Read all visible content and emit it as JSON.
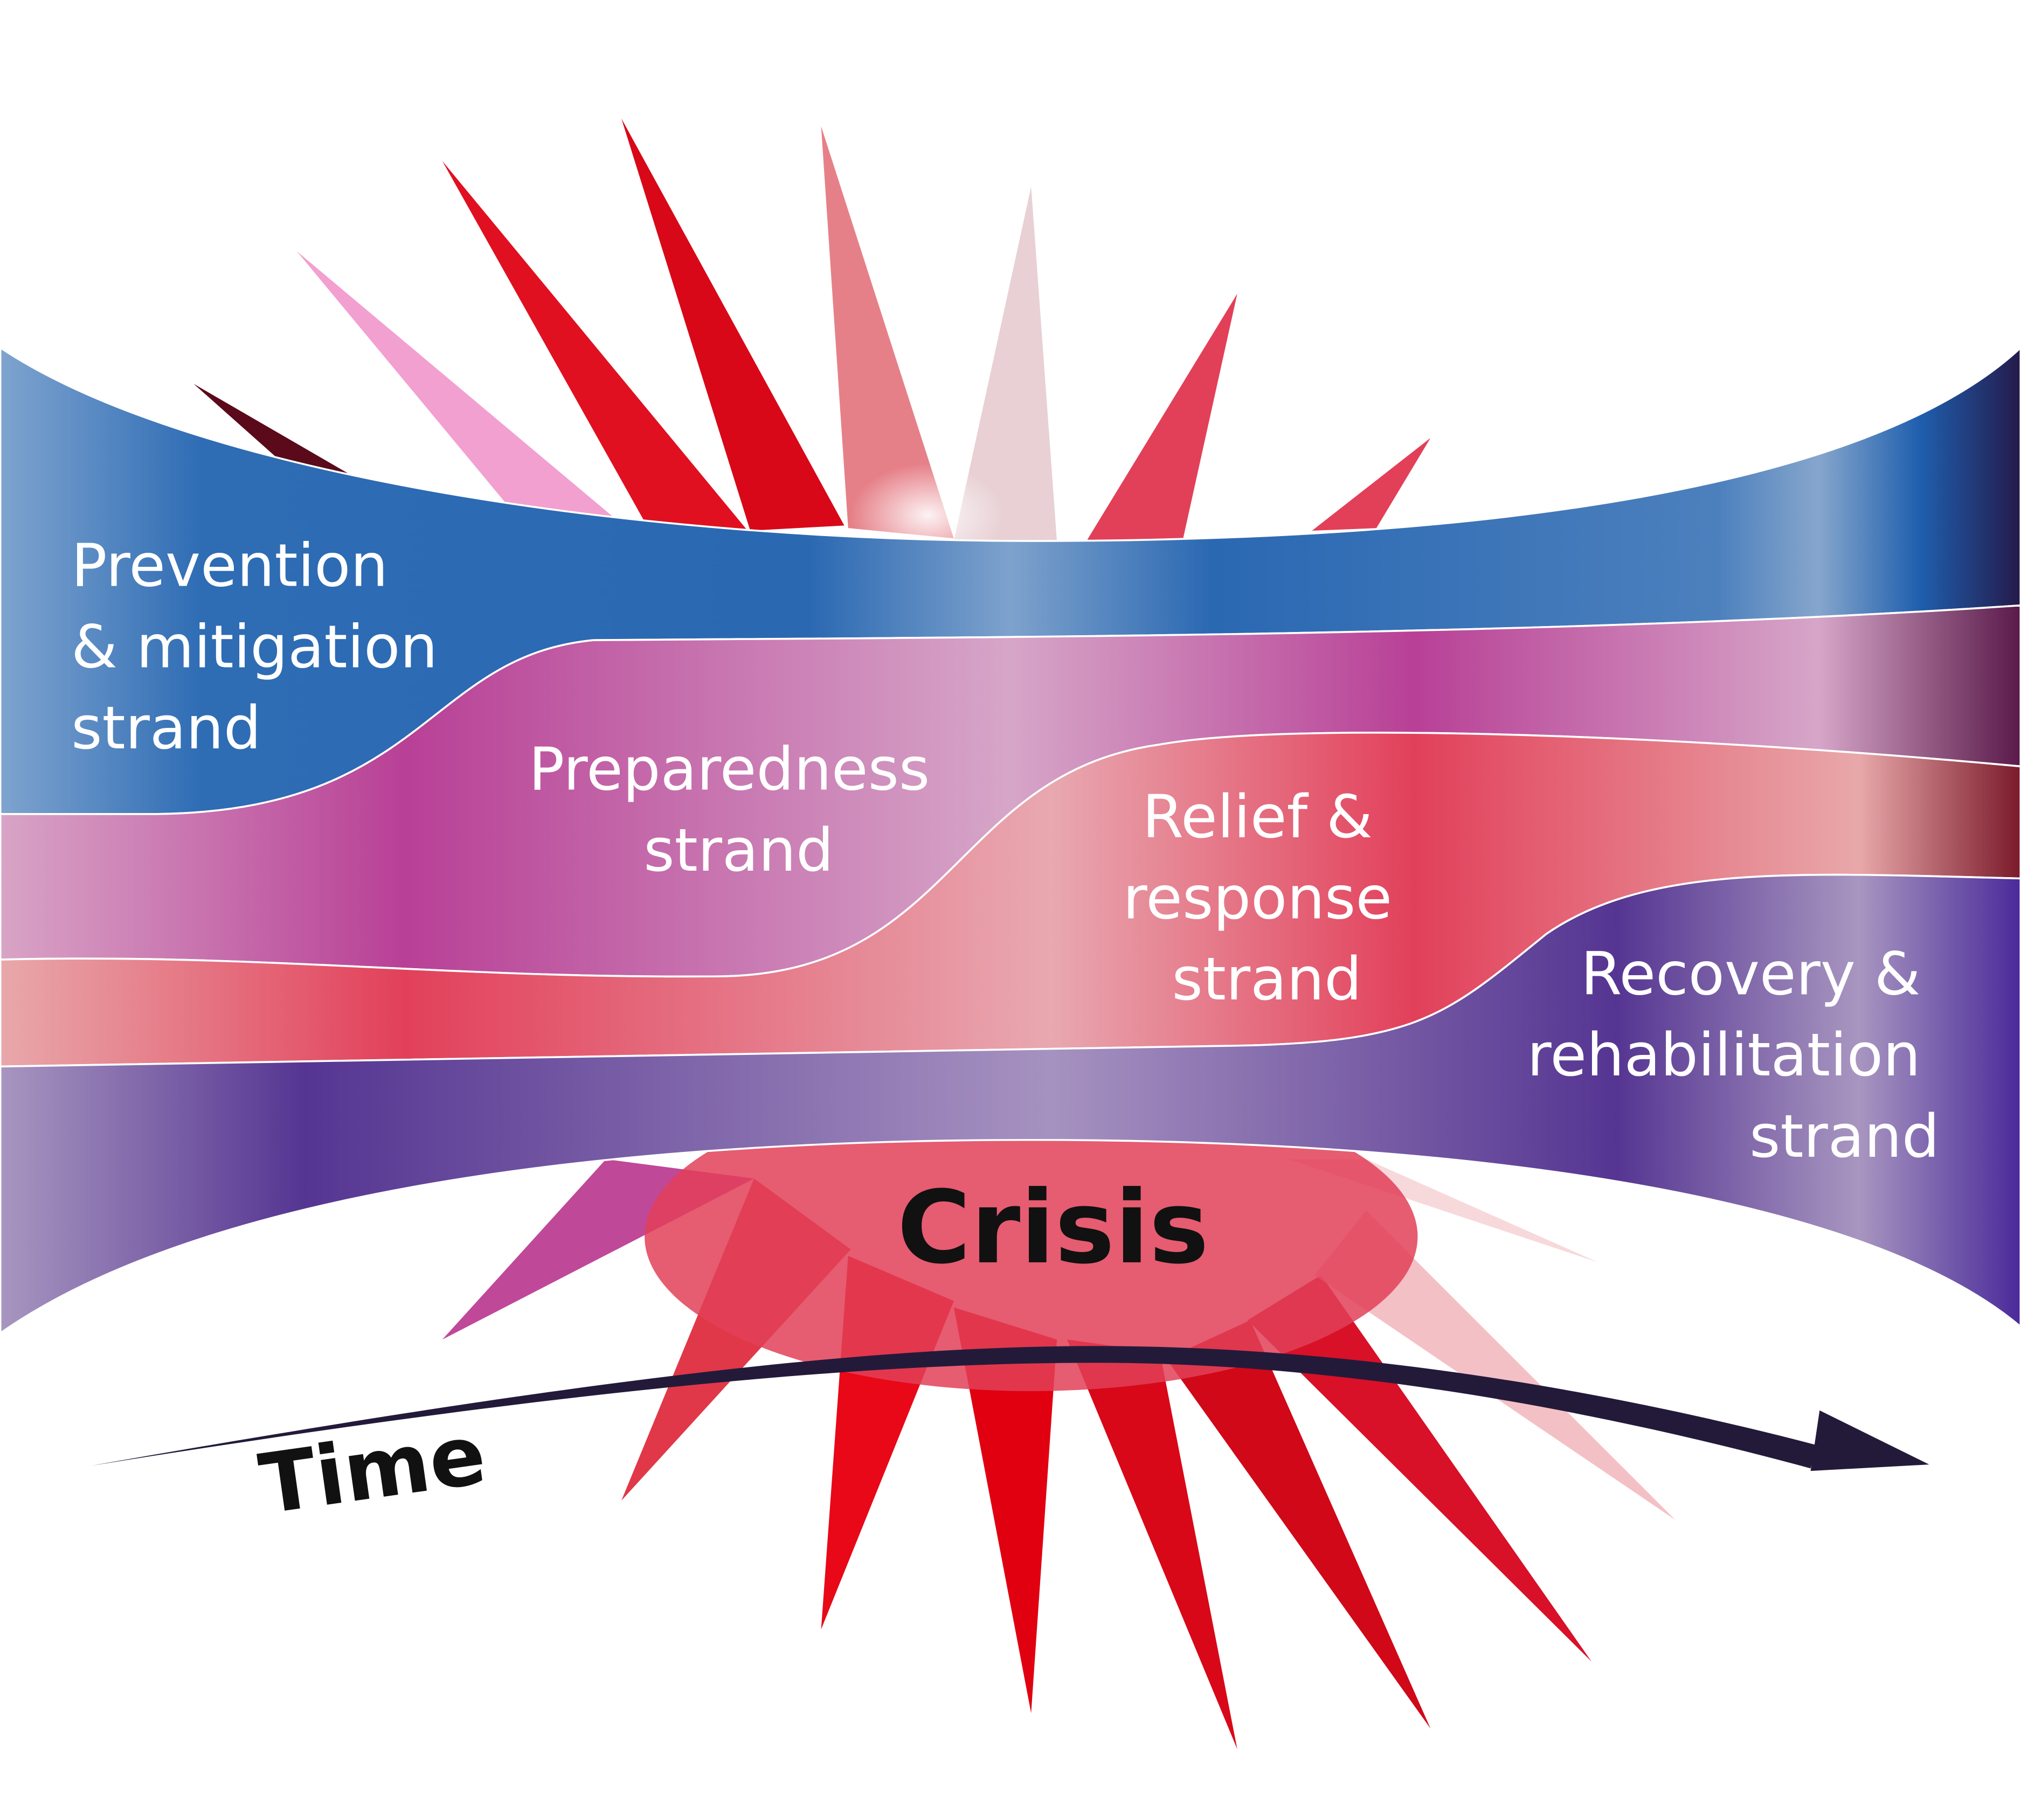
{
  "strands": [
    {
      "lines": [
        "Prevention",
        "& mitigation",
        "strand"
      ],
      "color": "#2060b0"
    },
    {
      "lines": [
        "Preparedness",
        "strand"
      ],
      "color": "#b84096"
    },
    {
      "lines": [
        "Relief &",
        "response",
        "strand"
      ],
      "color": "#e2405a"
    },
    {
      "lines": [
        "Recovery &",
        "rehabilitation",
        "strand"
      ],
      "color": "#553592"
    }
  ],
  "center_label": "Crisis",
  "time_label": "Time",
  "spike_color": "#e01020",
  "arrow_color": "#231a3a"
}
